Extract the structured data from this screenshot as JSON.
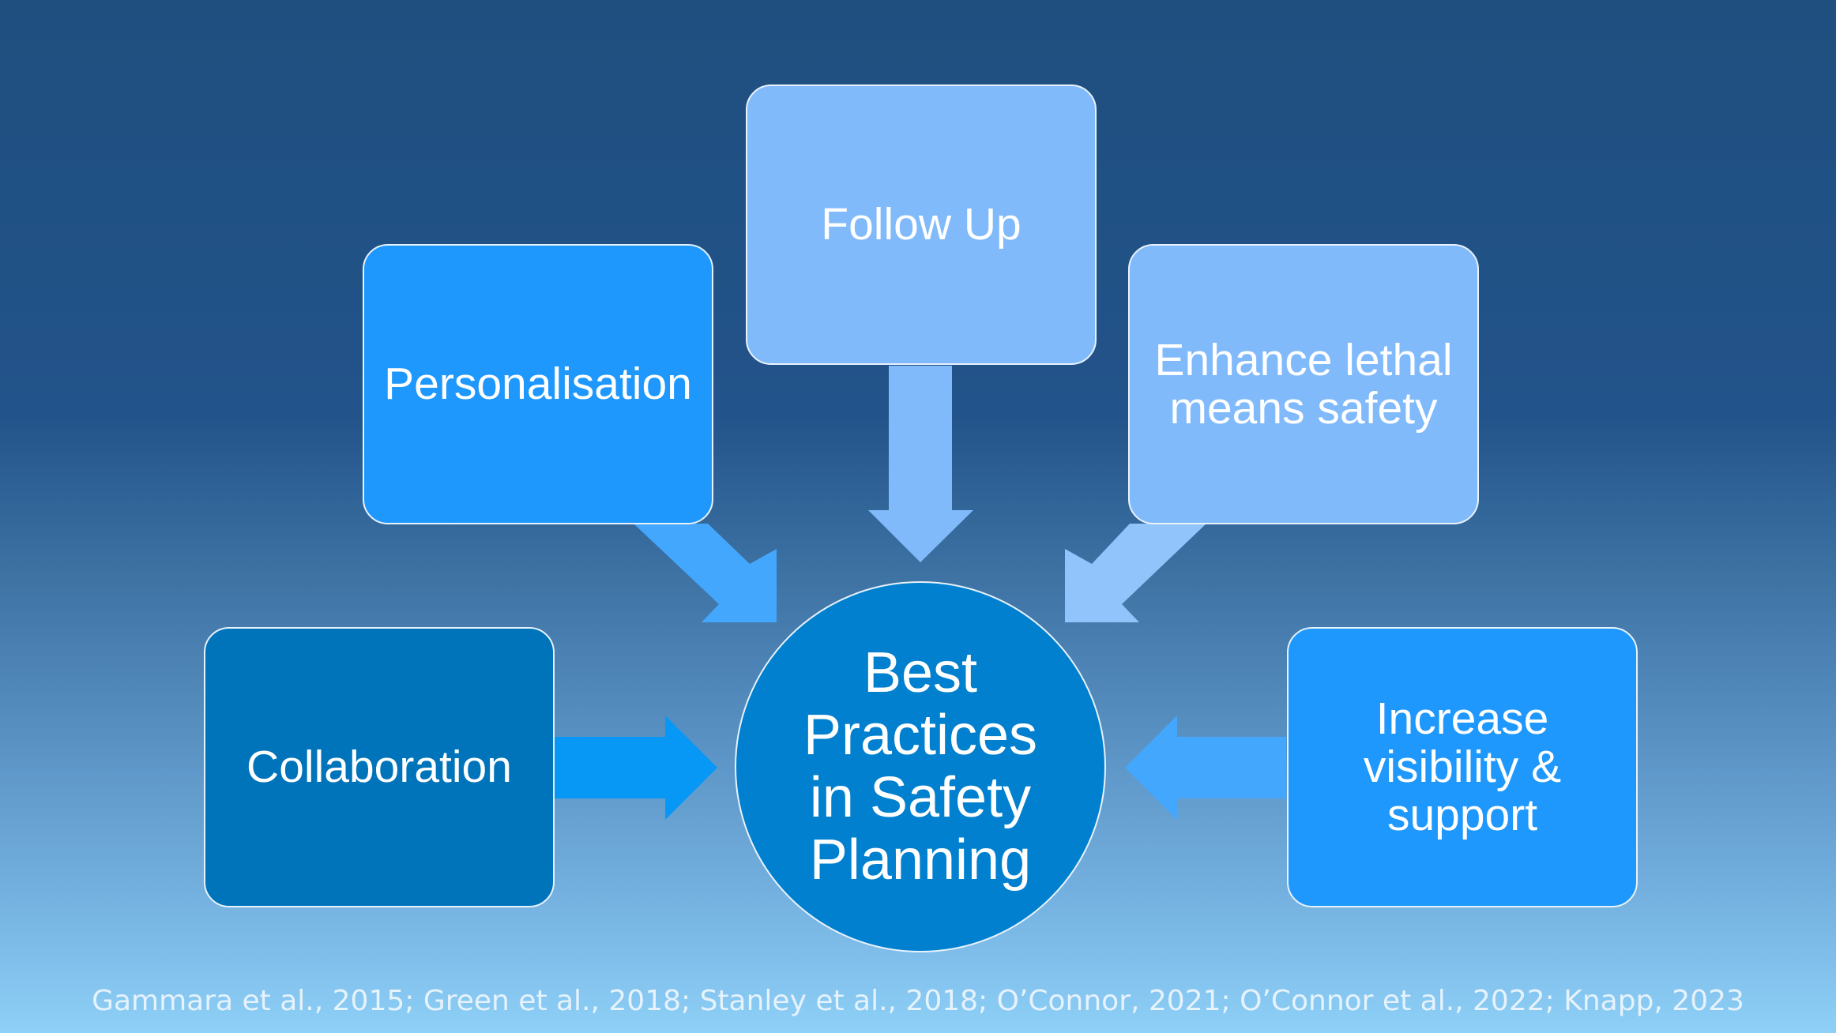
{
  "diagram": {
    "center_label": "Best\nPractices\nin Safety\nPlanning",
    "nodes": {
      "collaboration": "Collaboration",
      "personalisation": "Personalisation",
      "follow_up": "Follow Up",
      "lethal_means": "Enhance lethal\nmeans safety",
      "visibility": "Increase\nvisibility &\nsupport"
    }
  },
  "colors": {
    "background_top": "#1f4f7f",
    "background_bottom": "#8ed0f7",
    "box_dark": "#0074ba",
    "box_mid": "#1e98fc",
    "box_light": "#80bafb",
    "center_circle": "#0080ce",
    "arrow_collaboration": "#0798f5",
    "arrow_personalisation": "#43a7fd",
    "arrow_follow_up": "#80bafb",
    "arrow_lethal_means": "#90c4fb",
    "arrow_visibility": "#43a7fd"
  },
  "citation": "Gammara et al., 2015; Green et al., 2018; Stanley et al., 2018; O’Connor, 2021; O’Connor et al., 2022; Knapp, 2023"
}
